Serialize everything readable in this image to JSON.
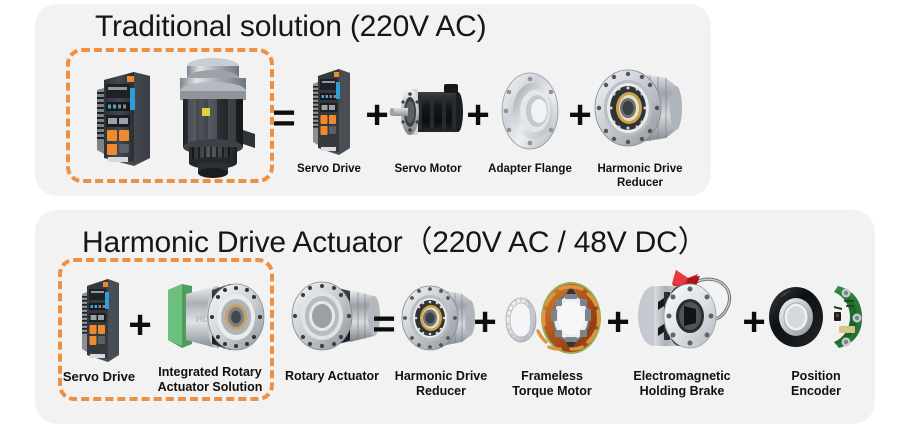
{
  "colors": {
    "page_background": "#ffffff",
    "panel_background": "#f2f2f2",
    "dashed_outline": "#ee9040",
    "text": "#101010",
    "operator": "#0d0d0d"
  },
  "panels": [
    {
      "id": "traditional",
      "title": "Traditional solution (220V AC)",
      "grouped_label": "traditional-assembled-unit",
      "operators": [
        "=",
        "+",
        "+",
        "+"
      ],
      "components": [
        {
          "label": "Servo Drive",
          "icon": "servo-drive-icon"
        },
        {
          "label": "Servo Motor",
          "icon": "servo-motor-icon"
        },
        {
          "label": "Adapter Flange",
          "icon": "adapter-flange-icon"
        },
        {
          "label": "Harmonic Drive\nReducer",
          "icon": "harmonic-drive-reducer-icon"
        }
      ],
      "grouped_items": [
        {
          "icon": "servo-drive-icon"
        },
        {
          "icon": "servo-motor-gearbox-assembly-icon"
        }
      ]
    },
    {
      "id": "harmonic-drive-actuator",
      "title": "Harmonic Drive Actuator（220V AC / 48V DC）",
      "grouped_label": "integrated-actuator-group",
      "operators": [
        "+",
        "=",
        "+",
        "+",
        "+"
      ],
      "grouped_items": [
        {
          "label": "Servo Drive",
          "icon": "servo-drive-icon"
        },
        {
          "label": "Integrated Rotary\nActuator Solution",
          "icon": "integrated-rotary-actuator-icon"
        }
      ],
      "components": [
        {
          "label": "Rotary Actuator",
          "icon": "rotary-actuator-icon"
        },
        {
          "label": "Harmonic Drive\nReducer",
          "icon": "harmonic-drive-reducer-icon"
        },
        {
          "label": "Frameless\nTorque Motor",
          "icon": "frameless-torque-motor-icon"
        },
        {
          "label": "Electromagnetic\nHolding Brake",
          "icon": "electromagnetic-holding-brake-icon"
        },
        {
          "label": "Position\nEncoder",
          "icon": "position-encoder-icon"
        }
      ]
    }
  ]
}
